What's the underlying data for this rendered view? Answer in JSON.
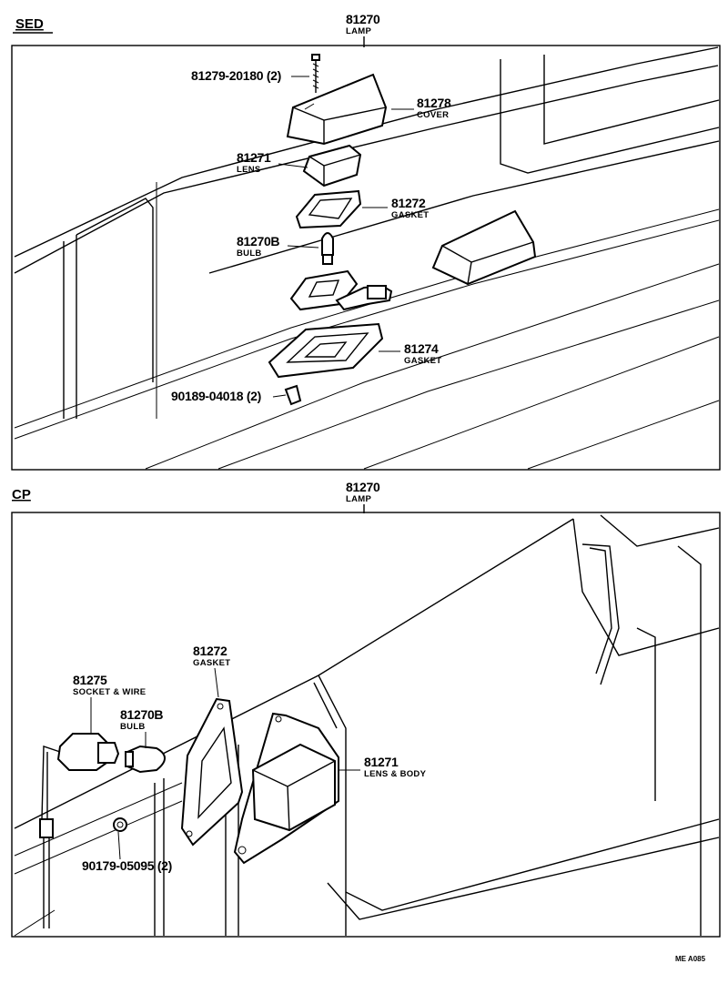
{
  "header_note": "ME A085",
  "sections": [
    {
      "name": "SED",
      "assembly": {
        "number": "81270",
        "label": "LAMP"
      },
      "parts": [
        {
          "number": "81279-20180 (2)",
          "label": ""
        },
        {
          "number": "81278",
          "label": "COVER"
        },
        {
          "number": "81271",
          "label": "LENS"
        },
        {
          "number": "81272",
          "label": "GASKET"
        },
        {
          "number": "81270B",
          "label": "BULB"
        },
        {
          "number": "81274",
          "label": "GASKET"
        },
        {
          "number": "90189-04018 (2)",
          "label": ""
        }
      ]
    },
    {
      "name": "CP",
      "assembly": {
        "number": "81270",
        "label": "LAMP"
      },
      "parts": [
        {
          "number": "81272",
          "label": "GASKET"
        },
        {
          "number": "81275",
          "label": "SOCKET & WIRE"
        },
        {
          "number": "81270B",
          "label": "BULB"
        },
        {
          "number": "81271",
          "label": "LENS & BODY"
        },
        {
          "number": "90179-05095 (2)",
          "label": ""
        }
      ]
    }
  ]
}
